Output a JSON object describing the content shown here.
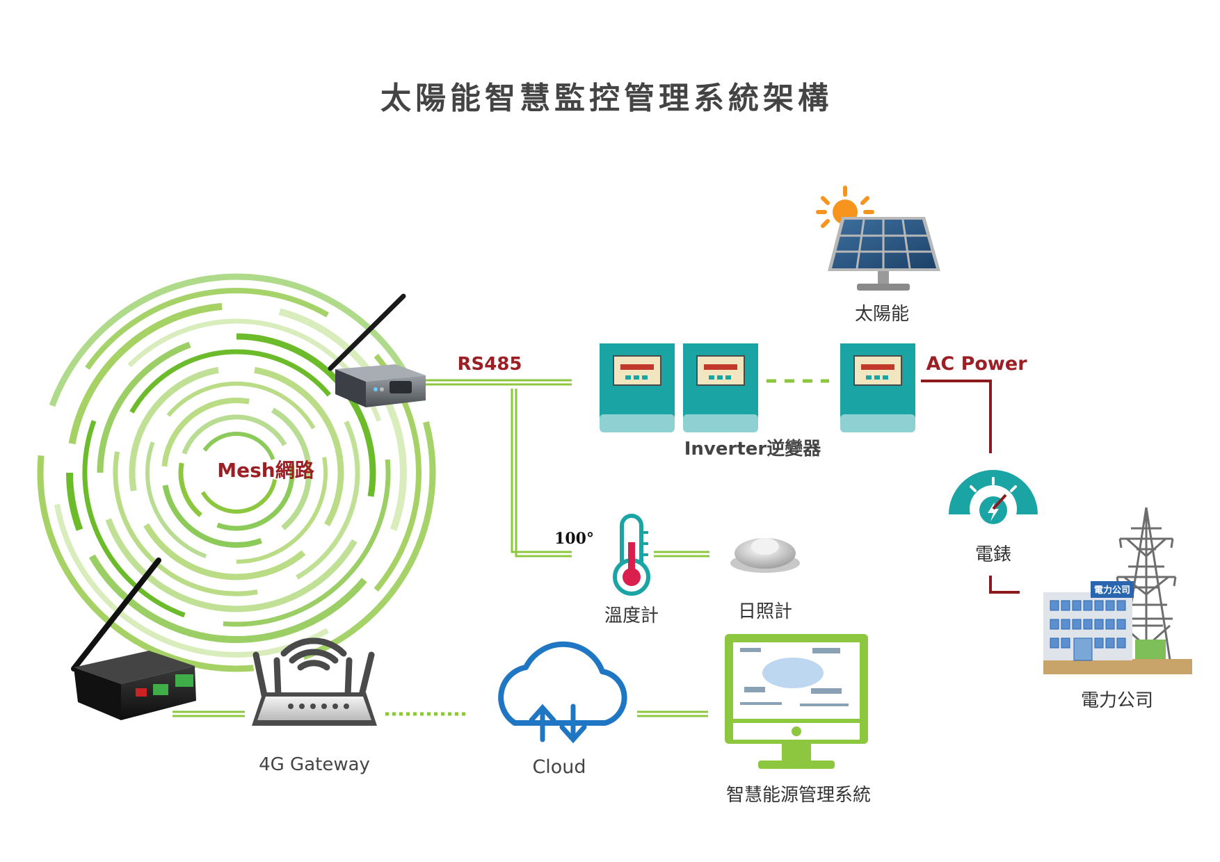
{
  "title": "太陽能智慧監控管理系統架構",
  "labels": {
    "mesh": "Mesh網路",
    "rs485": "RS485",
    "ac_power": "AC Power",
    "solar": "太陽能",
    "inverter": "Inverter逆變器",
    "meter": "電錶",
    "thermometer": "溫度計",
    "pyranometer": "日照計",
    "power_company": "電力公司",
    "building_sign": "電力公司",
    "gateway": "4G Gateway",
    "cloud": "Cloud",
    "ems": "智慧能源管理系統",
    "temp_value": "100°"
  },
  "colors": {
    "green_line": "#8dc63f",
    "dark_red_line": "#8b1a1f",
    "teal": "#1aa5a4",
    "cloud_blue": "#1f76c2",
    "monitor_green": "#8dc63f",
    "solar_orange": "#f7941d",
    "text_gray": "#444444",
    "text_red": "#9b1f24"
  },
  "icons": {
    "sun": "sun-icon",
    "solar_panel": "solar-panel-icon",
    "inverter": "inverter-icon",
    "meter": "power-meter-icon",
    "thermometer": "thermometer-icon",
    "pyranometer": "pyranometer-icon",
    "router": "router-icon",
    "cloud": "cloud-icon",
    "monitor": "monitor-icon",
    "tower": "transmission-tower-icon",
    "building": "building-icon",
    "mesh_device": "wireless-device-icon"
  }
}
